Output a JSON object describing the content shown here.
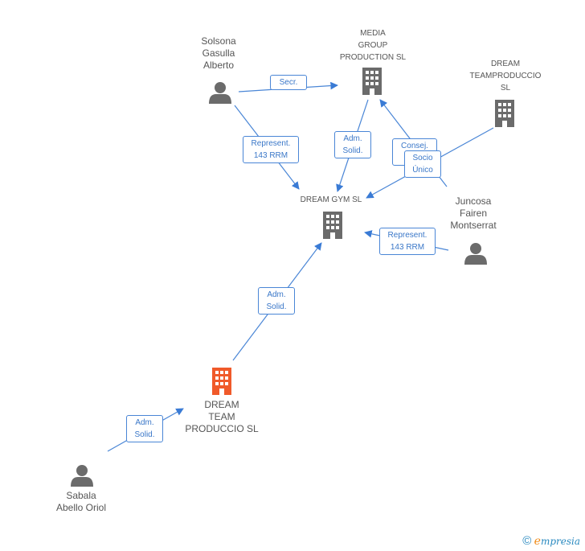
{
  "nodes": {
    "solsona": {
      "lines": [
        "Solsona",
        "Gasulla",
        "Alberto"
      ],
      "type": "person"
    },
    "media_group": {
      "lines": [
        "MEDIA",
        "GROUP",
        "PRODUCTION SL"
      ],
      "type": "company"
    },
    "dream_team_right": {
      "lines": [
        "DREAM",
        "TEAMPRODUCCIO",
        "SL"
      ],
      "type": "company"
    },
    "dream_gym": {
      "lines": [
        "DREAM GYM SL"
      ],
      "type": "company"
    },
    "juncosa": {
      "lines": [
        "Juncosa",
        "Fairen",
        "Montserrat"
      ],
      "type": "person"
    },
    "dream_team_main": {
      "lines": [
        "DREAM",
        "TEAM",
        "PRODUCCIO SL"
      ],
      "type": "company-highlight"
    },
    "sabala": {
      "lines": [
        "Sabala",
        "Abello Oriol"
      ],
      "type": "person"
    }
  },
  "edges": {
    "secr": [
      "Secr."
    ],
    "represent_solsona": [
      "Represent.",
      "143 RRM"
    ],
    "adm_media": [
      "Adm.",
      "Solid."
    ],
    "consej": [
      "Consej."
    ],
    "socio_unico": [
      "Socio",
      "Único"
    ],
    "represent_juncosa": [
      "Represent.",
      "143 RRM"
    ],
    "adm_dreamteam": [
      "Adm.",
      "Solid."
    ],
    "adm_sabala": [
      "Adm.",
      "Solid."
    ]
  },
  "colors": {
    "edge": "#4a86d6",
    "icon": "#6b6b6b",
    "highlight": "#f05a2a"
  },
  "brand": {
    "copyright": "©",
    "first_letter": "e",
    "rest": "mpresia"
  }
}
